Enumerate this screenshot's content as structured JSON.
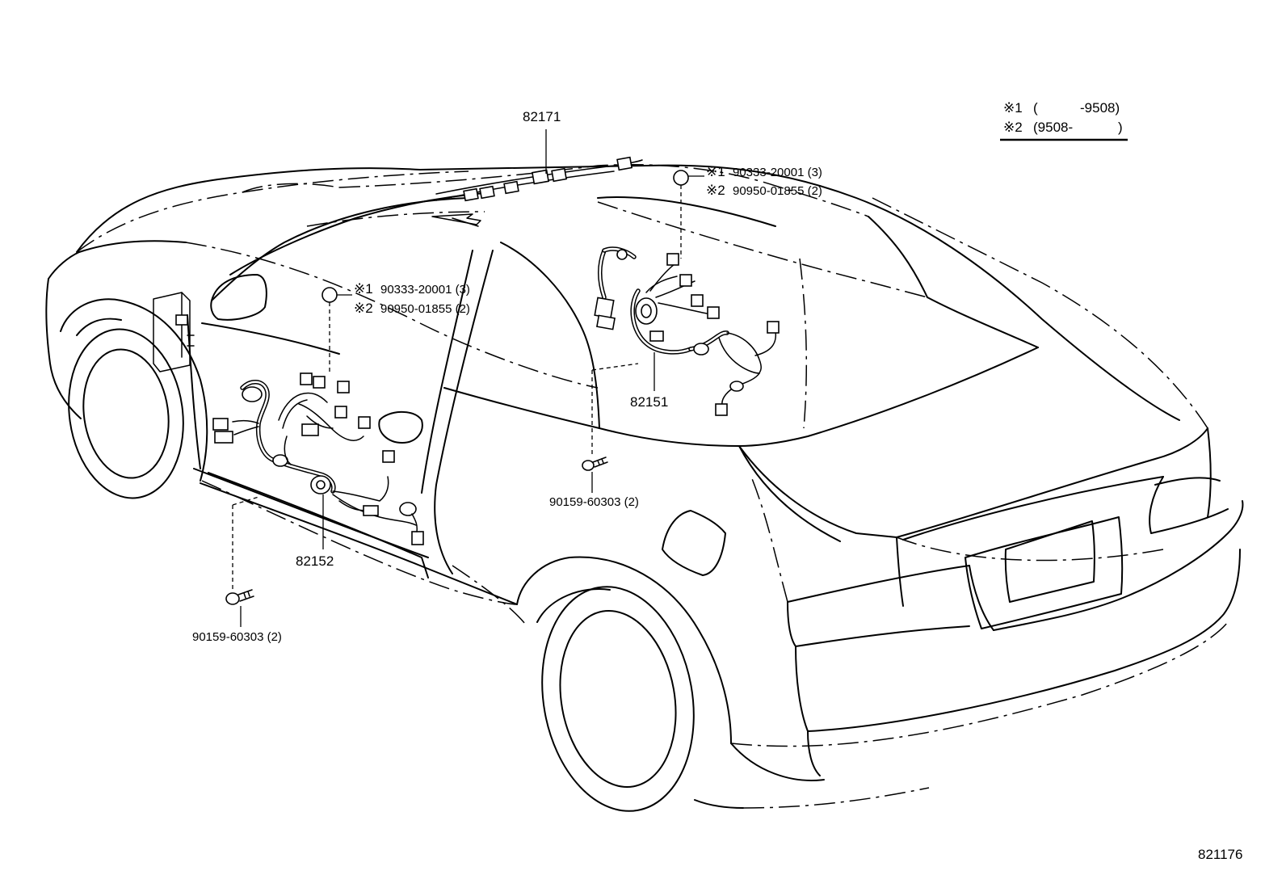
{
  "legend": {
    "row1": {
      "mark": "※1",
      "open": "(",
      "range": "-9508)"
    },
    "row2": {
      "mark": "※2",
      "open": "(9508-",
      "close": ")"
    }
  },
  "callouts": {
    "roof_harness": "82171",
    "rear_harness": "82151",
    "front_harness": "82152",
    "clamp_rear_1": {
      "mark": "※1",
      "part": "90333-20001 (3)"
    },
    "clamp_rear_2": {
      "mark": "※2",
      "part": "90950-01855 (2)"
    },
    "clamp_front_1": {
      "mark": "※1",
      "part": "90333-20001 (3)"
    },
    "clamp_front_2": {
      "mark": "※2",
      "part": "90950-01855 (2)"
    },
    "bolt_rear": "90159-60303 (2)",
    "bolt_front": "90159-60303 (2)"
  },
  "figure_number": "821176"
}
